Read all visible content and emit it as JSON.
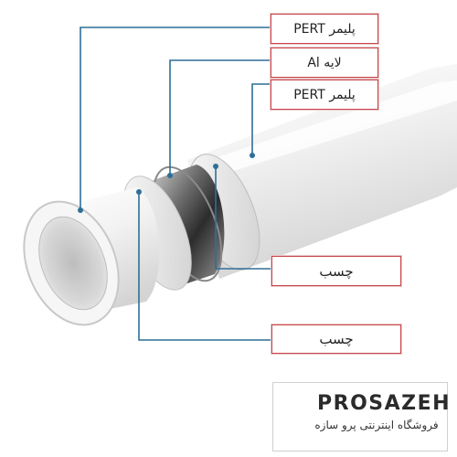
{
  "labels": {
    "outer_layer": "پلیمر PERT",
    "middle_layer": "لایه Al",
    "inner_layer": "پلیمر PERT",
    "adhesive_outer": "چسب",
    "adhesive_inner": "چسب"
  },
  "logo": {
    "brand_name": "PROSAZEH",
    "tagline": "فروشگاه اینترنتی پرو سازه"
  },
  "colors": {
    "leader_line": "#2f6f97",
    "label_border": "#c9454a",
    "logo_accent": "#f0b323",
    "logo_dark": "#3a3a3a"
  }
}
